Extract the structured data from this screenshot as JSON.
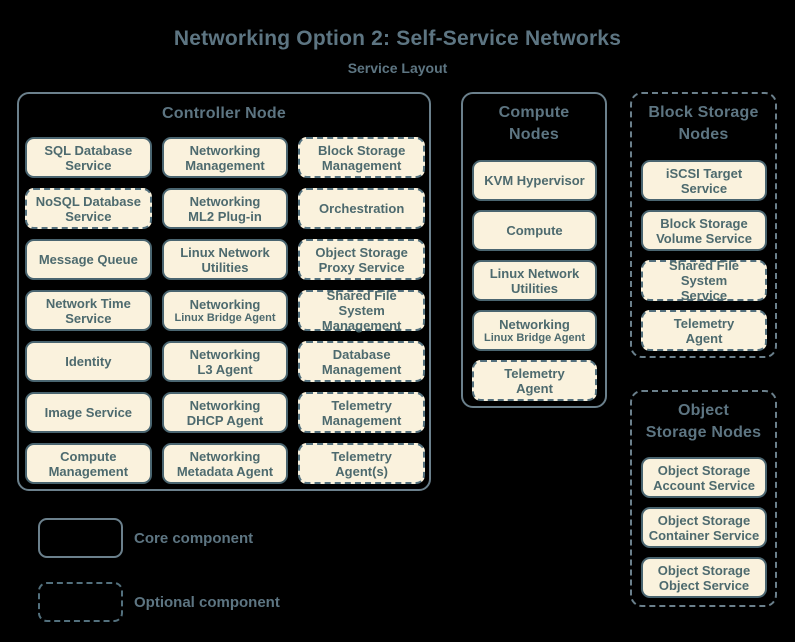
{
  "title": "Networking Option 2: Self-Service Networks",
  "subtitle": "Service Layout",
  "colors": {
    "background": "#000000",
    "box_fill": "#faf2dd",
    "box_border": "#4a6570",
    "dashed_border": "#53707d",
    "box_text": "#4d6a6e",
    "container_border": "#6b808c",
    "heading_text": "#5d7582"
  },
  "groups": {
    "controller": {
      "title": "Controller Node",
      "optional": false,
      "items": [
        {
          "label": "SQL Database\nService",
          "optional": false
        },
        {
          "label": "Networking\nManagement",
          "optional": false
        },
        {
          "label": "Block Storage\nManagement",
          "optional": true
        },
        {
          "label": "NoSQL Database\nService",
          "optional": true
        },
        {
          "label": "Networking\nML2 Plug-in",
          "optional": false
        },
        {
          "label": "Orchestration",
          "optional": true
        },
        {
          "label": "Message Queue",
          "optional": false
        },
        {
          "label": "Linux Network\nUtilities",
          "optional": false
        },
        {
          "label": "Object Storage\nProxy Service",
          "optional": true
        },
        {
          "label": "Network Time\nService",
          "optional": false
        },
        {
          "label": "Networking",
          "sub": "Linux Bridge Agent",
          "optional": false
        },
        {
          "label": "Shared File System\nManagement",
          "optional": true
        },
        {
          "label": "Identity",
          "optional": false
        },
        {
          "label": "Networking\nL3 Agent",
          "optional": false
        },
        {
          "label": "Database\nManagement",
          "optional": true
        },
        {
          "label": "Image Service",
          "optional": false
        },
        {
          "label": "Networking\nDHCP Agent",
          "optional": false
        },
        {
          "label": "Telemetry\nManagement",
          "optional": true
        },
        {
          "label": "Compute\nManagement",
          "optional": false
        },
        {
          "label": "Networking\nMetadata Agent",
          "optional": false
        },
        {
          "label": "Telemetry\nAgent(s)",
          "optional": true
        }
      ]
    },
    "compute": {
      "title": "Compute\nNodes",
      "optional": false,
      "items": [
        {
          "label": "KVM Hypervisor",
          "optional": false
        },
        {
          "label": "Compute",
          "optional": false
        },
        {
          "label": "Linux Network\nUtilities",
          "optional": false
        },
        {
          "label": "Networking",
          "sub": "Linux Bridge Agent",
          "optional": false
        },
        {
          "label": "Telemetry\nAgent",
          "optional": true
        }
      ]
    },
    "block_storage": {
      "title": "Block Storage\nNodes",
      "optional": true,
      "items": [
        {
          "label": "iSCSI Target\nService",
          "optional": false
        },
        {
          "label": "Block Storage\nVolume Service",
          "optional": false
        },
        {
          "label": "Shared File System\nService",
          "optional": true
        },
        {
          "label": "Telemetry\nAgent",
          "optional": true
        }
      ]
    },
    "object_storage": {
      "title": "Object\nStorage Nodes",
      "optional": true,
      "items": [
        {
          "label": "Object Storage\nAccount Service",
          "optional": false
        },
        {
          "label": "Object Storage\nContainer Service",
          "optional": false
        },
        {
          "label": "Object Storage\nObject Service",
          "optional": false
        }
      ]
    }
  },
  "legend": {
    "core": {
      "label": "Core component"
    },
    "optional": {
      "label": "Optional component"
    }
  }
}
